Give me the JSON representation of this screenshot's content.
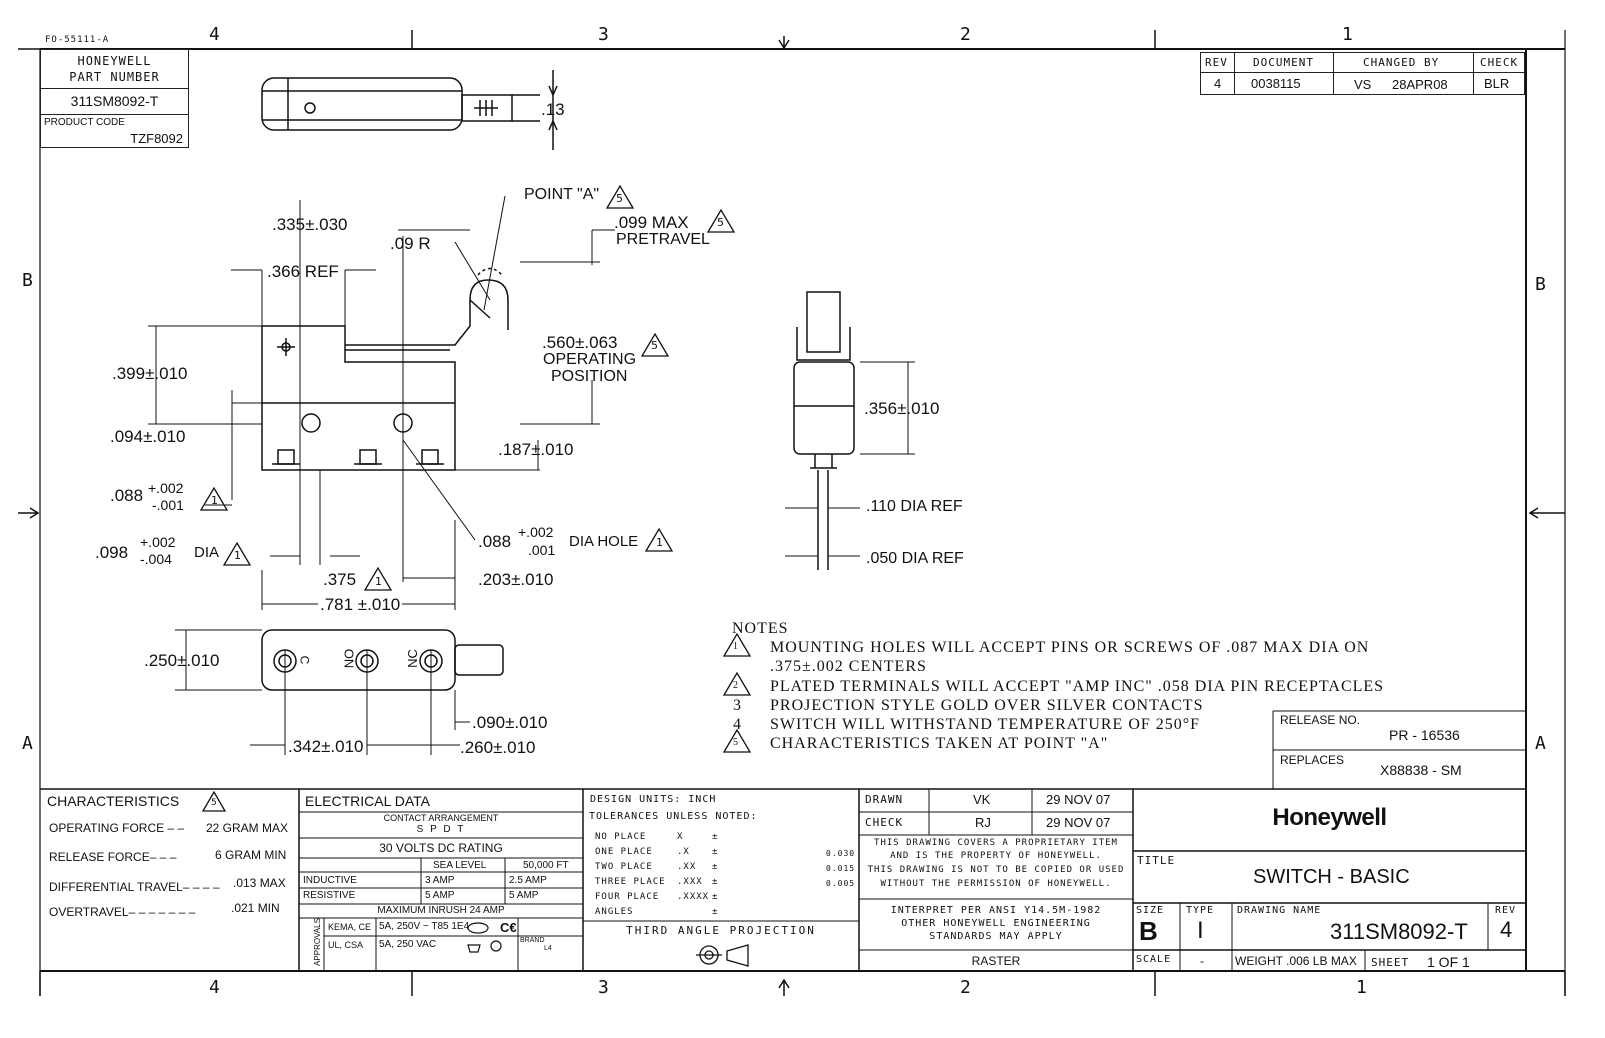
{
  "form_id": "FO-55111-A",
  "zones_top": [
    "4",
    "3",
    "2",
    "1"
  ],
  "zones_bottom": [
    "4",
    "3",
    "2",
    "1"
  ],
  "zones_side": [
    "B",
    "A"
  ],
  "part_box": {
    "title_line1": "HONEYWELL",
    "title_line2": "PART NUMBER",
    "part_number": "311SM8092-T",
    "product_code_label": "PRODUCT CODE",
    "product_code": "TZF8092"
  },
  "revision_block": {
    "headers": [
      "REV",
      "DOCUMENT",
      "CHANGED BY",
      "CHECK"
    ],
    "row": {
      "rev": "4",
      "document": "0038115",
      "changed_by": "VS",
      "date": "28APR08",
      "check": "BLR"
    }
  },
  "dims": {
    "d013": ".13",
    "point_a": "POINT \"A\"",
    "d335": ".335±.030",
    "d09r": ".09 R",
    "d099": ".099 MAX",
    "pretravel": "PRETRAVEL",
    "d366": ".366 REF",
    "d560": ".560±.063",
    "operating": "OPERATING",
    "position": "POSITION",
    "d399": ".399±.010",
    "d094": ".094±.010",
    "d187": ".187±.010",
    "d088a_main": ".088",
    "d088a_tol1": "+.002",
    "d088a_tol2": "-.001",
    "d098_main": ".098",
    "d098_tol1": "+.002",
    "d098_tol2": "-.004",
    "dia": "DIA",
    "d088b_main": ".088",
    "d088b_tol1": "+.002",
    "d088b_tol2": ".001",
    "dia_hole": "DIA HOLE",
    "d375": ".375",
    "d203": ".203±.010",
    "d781": ".781 ±.010",
    "d250": ".250±.010",
    "term_c": "C",
    "term_no": "NO",
    "term_nc": "NC",
    "d090": ".090±.010",
    "d342": ".342±.010",
    "d260": ".260±.010",
    "d356": ".356±.010",
    "d110": ".110 DIA REF",
    "d050": ".050 DIA REF",
    "flag5": "5",
    "flag1": "1"
  },
  "notes": {
    "heading": "NOTES",
    "items": [
      {
        "num": "1",
        "text": "MOUNTING HOLES WILL ACCEPT PINS OR SCREWS OF .087 MAX DIA ON"
      },
      {
        "num": "",
        "text": ".375±.002 CENTERS"
      },
      {
        "num": "2",
        "text": "PLATED TERMINALS WILL ACCEPT \"AMP INC\" .058 DIA PIN RECEPTACLES"
      },
      {
        "num": "3",
        "text": "PROJECTION STYLE GOLD OVER SILVER CONTACTS"
      },
      {
        "num": "4",
        "text": "SWITCH WILL WITHSTAND TEMPERATURE OF 250°F"
      },
      {
        "num": "5",
        "text": "CHARACTERISTICS TAKEN AT POINT \"A\""
      }
    ]
  },
  "release": {
    "release_label": "RELEASE NO.",
    "release_no": "PR - 16536",
    "replaces_label": "REPLACES",
    "replaces": "X88838 - SM"
  },
  "characteristics": {
    "title": "CHARACTERISTICS",
    "rows": [
      {
        "label": "OPERATING FORCE – –",
        "value": "22  GRAM MAX"
      },
      {
        "label": "RELEASE FORCE– – –",
        "value": "6  GRAM MIN"
      },
      {
        "label": "DIFFERENTIAL TRAVEL– – – –",
        "value": ".013 MAX"
      },
      {
        "label": "OVERTRAVEL– – – – – – –",
        "value": ".021  MIN"
      }
    ]
  },
  "electrical": {
    "title": "ELECTRICAL DATA",
    "contact_label": "CONTACT ARRANGEMENT",
    "contact_value": "S P D T",
    "rating": "30 VOLTS DC RATING",
    "col_sea": "SEA LEVEL",
    "col_50k": "50,000 FT",
    "rows": [
      {
        "load": "INDUCTIVE",
        "sea": "3 AMP",
        "alt": "2.5 AMP"
      },
      {
        "load": "RESISTIVE",
        "sea": "5 AMP",
        "alt": "5 AMP"
      }
    ],
    "inrush": "MAXIMUM INRUSH    24 AMP",
    "approvals_label": "APPROVALS",
    "approvals": [
      {
        "agency": "KEMA, CE",
        "rating": "5A, 250V ~ T85 1E4"
      },
      {
        "agency": "UL, CSA",
        "rating": "5A, 250 VAC"
      }
    ],
    "brand_label": "BRAND",
    "brand_value": "L4"
  },
  "tolerances": {
    "design_units": "DESIGN UNITS:  INCH",
    "unless": "TOLERANCES UNLESS NOTED:",
    "rows": [
      {
        "label": "NO PLACE",
        "fmt": "X",
        "pm": "±",
        "val": ""
      },
      {
        "label": "ONE PLACE",
        "fmt": ".X",
        "pm": "±",
        "val": "0.030"
      },
      {
        "label": "TWO PLACE",
        "fmt": ".XX",
        "pm": "±",
        "val": "0.015"
      },
      {
        "label": "THREE PLACE",
        "fmt": ".XXX",
        "pm": "±",
        "val": "0.005"
      },
      {
        "label": "FOUR PLACE",
        "fmt": ".XXXX",
        "pm": "±",
        "val": ""
      },
      {
        "label": "ANGLES",
        "fmt": "",
        "pm": "±",
        "val": ""
      }
    ],
    "projection": "THIRD ANGLE PROJECTION"
  },
  "signoff": {
    "drawn_label": "DRAWN",
    "drawn_by": "VK",
    "drawn_date": "29 NOV 07",
    "check_label": "CHECK",
    "check_by": "RJ",
    "check_date": "29 NOV 07",
    "property_text": [
      "THIS DRAWING COVERS A PROPRIETARY ITEM",
      "AND IS THE PROPERTY OF HONEYWELL.",
      "THIS DRAWING IS NOT TO BE COPIED OR USED",
      "WITHOUT THE PERMISSION OF HONEYWELL."
    ],
    "ansi_text": [
      "INTERPRET PER ANSI Y14.5M-1982",
      "OTHER HONEYWELL ENGINEERING",
      "STANDARDS MAY APPLY"
    ],
    "raster": "RASTER"
  },
  "title_block": {
    "company": "Honeywell",
    "title_label": "TITLE",
    "title": "SWITCH - BASIC",
    "size_label": "SIZE",
    "size": "B",
    "type_label": "TYPE",
    "type": "I",
    "drawing_name_label": "DRAWING NAME",
    "drawing_name": "311SM8092-T",
    "rev_label": "REV",
    "rev": "4",
    "scale_label": "SCALE",
    "scale": "-",
    "weight": "WEIGHT .006 LB MAX",
    "sheet_label": "SHEET",
    "sheet": "1 OF 1"
  }
}
